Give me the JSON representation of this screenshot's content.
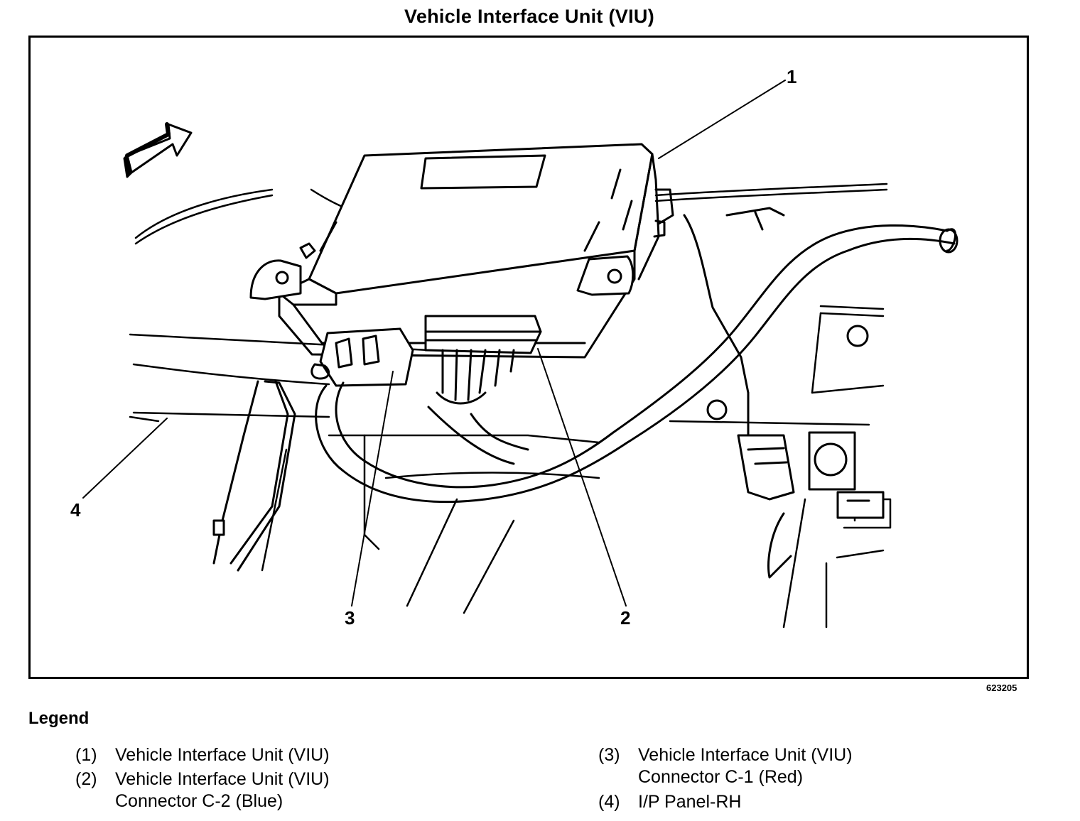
{
  "title": "Vehicle Interface Unit (VIU)",
  "figure_number": "623205",
  "callouts": [
    "1",
    "2",
    "3",
    "4"
  ],
  "legend": {
    "heading": "Legend",
    "items": [
      {
        "num": "(1)",
        "lines": [
          "Vehicle Interface Unit (VIU)"
        ]
      },
      {
        "num": "(2)",
        "lines": [
          "Vehicle Interface Unit (VIU)",
          "Connector C-2 (Blue)"
        ]
      },
      {
        "num": "(3)",
        "lines": [
          "Vehicle Interface Unit (VIU)",
          "Connector C-1 (Red)"
        ]
      },
      {
        "num": "(4)",
        "lines": [
          "I/P Panel-RH"
        ]
      }
    ]
  }
}
